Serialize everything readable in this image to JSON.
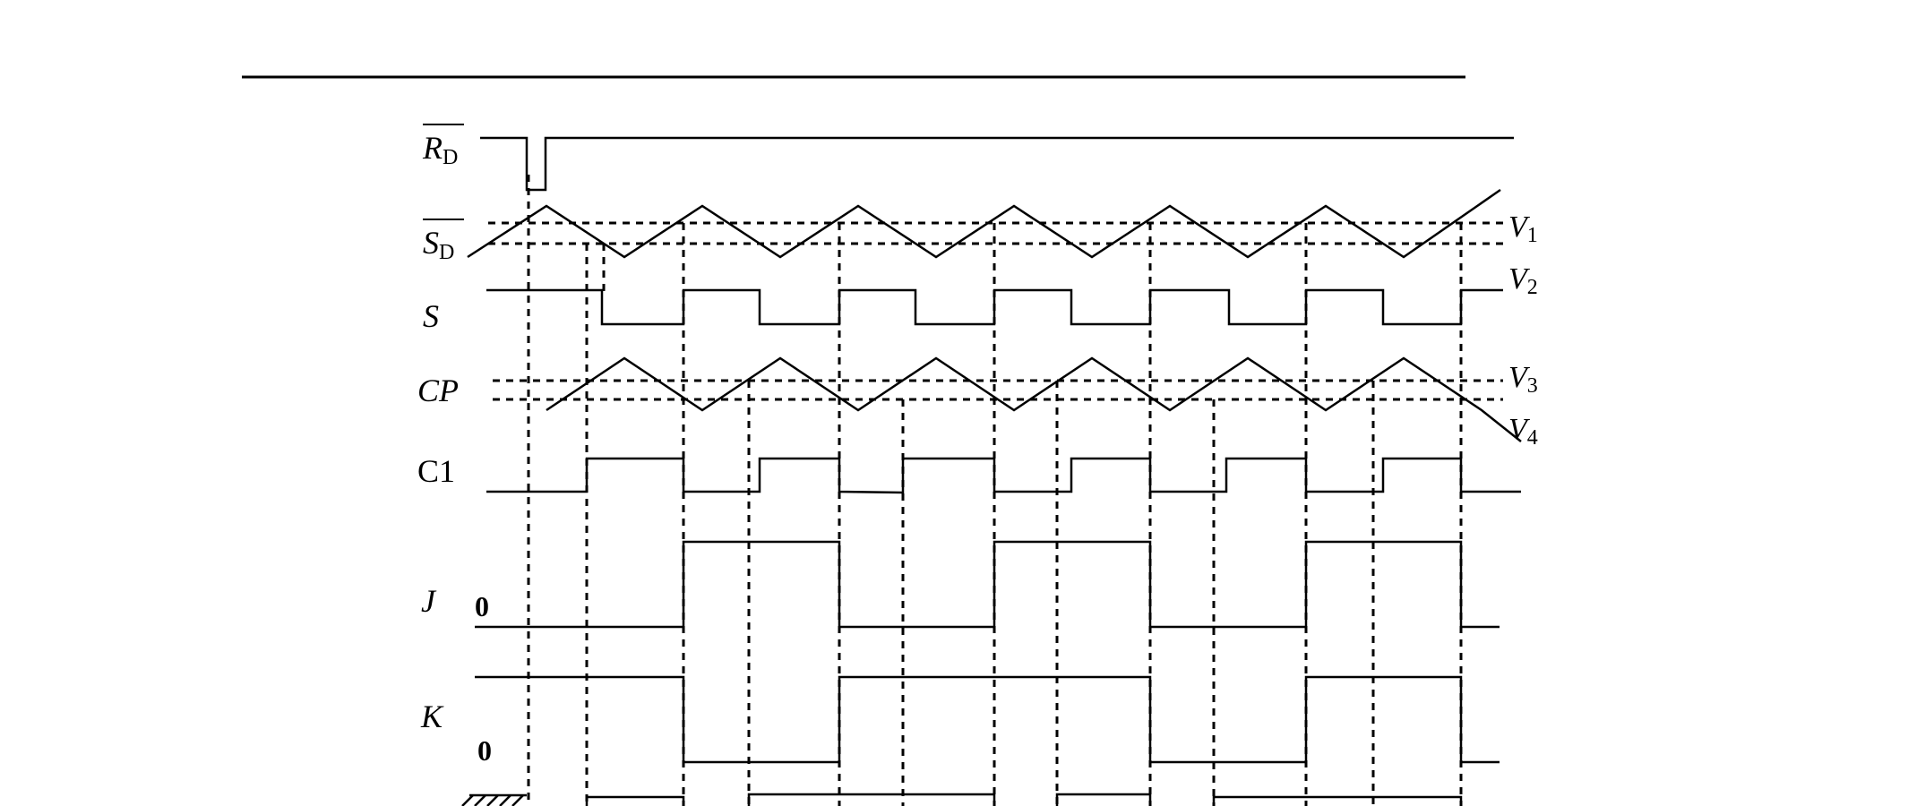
{
  "signals": [
    {
      "key": "rd",
      "main": "R",
      "sub": "D",
      "overline": true
    },
    {
      "key": "sd",
      "main": "S",
      "sub": "D",
      "overline": true
    },
    {
      "key": "s",
      "main": "S"
    },
    {
      "key": "cp",
      "main": "CP"
    },
    {
      "key": "c1",
      "main": "C1"
    },
    {
      "key": "j",
      "main": "J"
    },
    {
      "key": "k",
      "main": "K"
    }
  ],
  "zero_marks": {
    "j": "0",
    "k": "0"
  },
  "threshold_labels": [
    {
      "main": "V",
      "sub": "1"
    },
    {
      "main": "V",
      "sub": "2"
    },
    {
      "main": "V",
      "sub": "3"
    },
    {
      "main": "V",
      "sub": "4"
    }
  ],
  "colors": {
    "line": "#000000",
    "background": "#ffffff"
  }
}
